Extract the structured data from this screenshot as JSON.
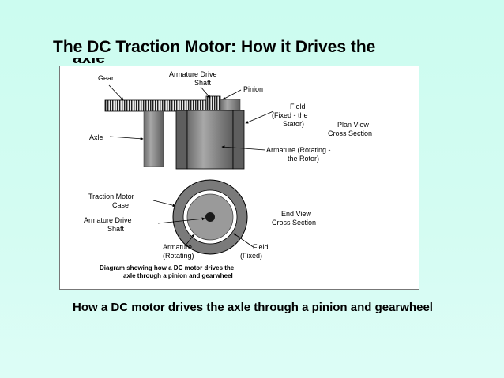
{
  "slide": {
    "title": "The DC Traction Motor: How it Drives the",
    "title_overflow": "axle",
    "caption": "How a DC motor drives the axle through a pinion and gearwheel"
  },
  "diagram": {
    "labels": {
      "gear": "Gear",
      "armature_drive_shaft_top_1": "Armature Drive",
      "armature_drive_shaft_top_2": "Shaft",
      "pinion": "Pinion",
      "field_1": "Field",
      "field_2": "(Fixed - the",
      "field_3": "Stator)",
      "plan_view_1": "Plan View",
      "plan_view_2": "Cross Section",
      "axle": "Axle",
      "armature_rotating_1": "Armature (Rotating -",
      "armature_rotating_2": "the Rotor)",
      "traction_case_1": "Traction Motor",
      "traction_case_2": "Case",
      "end_view_1": "End View",
      "end_view_2": "Cross Section",
      "armature_drive_shaft_bottom_1": "Armature Drive",
      "armature_drive_shaft_bottom_2": "Shaft",
      "armature_bottom_1": "Armature",
      "armature_bottom_2": "(Rotating)",
      "field_bottom_1": "Field",
      "field_bottom_2": "(Fixed)"
    },
    "inner_caption_1": "Diagram showing how a DC motor drives the",
    "inner_caption_2": "axle through a pinion and gearwheel"
  }
}
